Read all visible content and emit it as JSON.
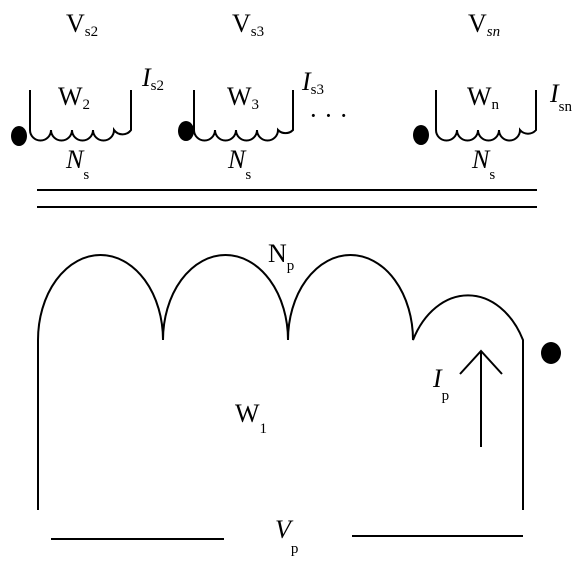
{
  "colors": {
    "ink": "#000000",
    "background": "#ffffff"
  },
  "secondaries": [
    {
      "voltage": {
        "main": "V",
        "sub": "s2",
        "sub_italic": false
      },
      "winding": {
        "main": "W",
        "sub": "2"
      },
      "current": {
        "main": "I",
        "sub": "s2"
      },
      "turns": {
        "main": "N",
        "sub": "s"
      }
    },
    {
      "voltage": {
        "main": "V",
        "sub": "s3",
        "sub_italic": false
      },
      "winding": {
        "main": "W",
        "sub": "3"
      },
      "current": {
        "main": "I",
        "sub": "s3"
      },
      "turns": {
        "main": "N",
        "sub": "s"
      }
    },
    {
      "voltage": {
        "main": "V",
        "sub": "sn",
        "sub_italic": true
      },
      "winding": {
        "main": "W",
        "sub": "n"
      },
      "current": {
        "main": "I",
        "sub": "sn"
      },
      "turns": {
        "main": "N",
        "sub": "s"
      }
    }
  ],
  "ellipsis": "· · ·",
  "primary": {
    "turns": {
      "main": "N",
      "sub": "p"
    },
    "winding": {
      "main": "W",
      "sub": "1"
    },
    "current": {
      "main": "I",
      "sub": "p"
    },
    "voltage": {
      "main": "V",
      "sub": "p"
    }
  }
}
